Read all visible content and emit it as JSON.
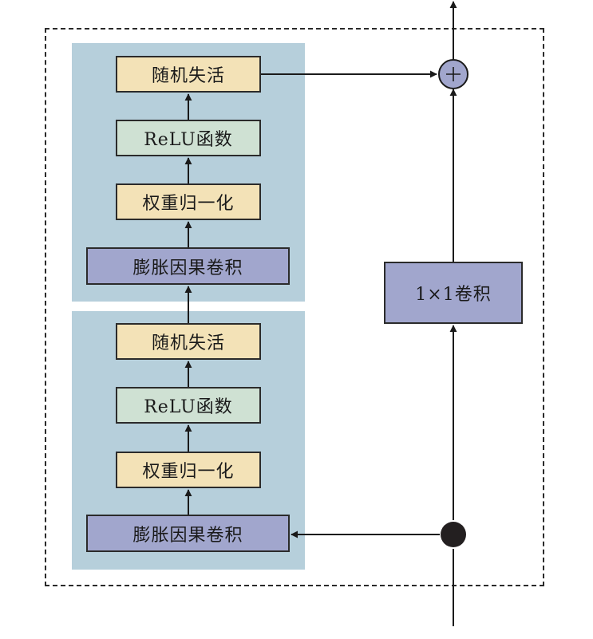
{
  "diagram": {
    "title": "",
    "blocks": [
      {
        "name": "upper-block",
        "layers": [
          {
            "label": "随机失活",
            "type": "dropout"
          },
          {
            "label": "ReLU函数",
            "type": "relu"
          },
          {
            "label": "权重归一化",
            "type": "weight-norm"
          },
          {
            "label": "膨胀因果卷积",
            "type": "dilated-causal-conv"
          }
        ]
      },
      {
        "name": "lower-block",
        "layers": [
          {
            "label": "随机失活",
            "type": "dropout"
          },
          {
            "label": "ReLU函数",
            "type": "relu"
          },
          {
            "label": "权重归一化",
            "type": "weight-norm"
          },
          {
            "label": "膨胀因果卷积",
            "type": "dilated-causal-conv"
          }
        ]
      }
    ],
    "residual": {
      "label": "1×1卷积"
    },
    "sum_node": {
      "symbol": "+"
    },
    "colors": {
      "panel": "#b6cfdb",
      "dropout": "#f3e2b7",
      "relu": "#cfe1d3",
      "conv": "#a1a6cd",
      "sum": "#a1a6cd",
      "line": "#1a1a1a"
    }
  }
}
